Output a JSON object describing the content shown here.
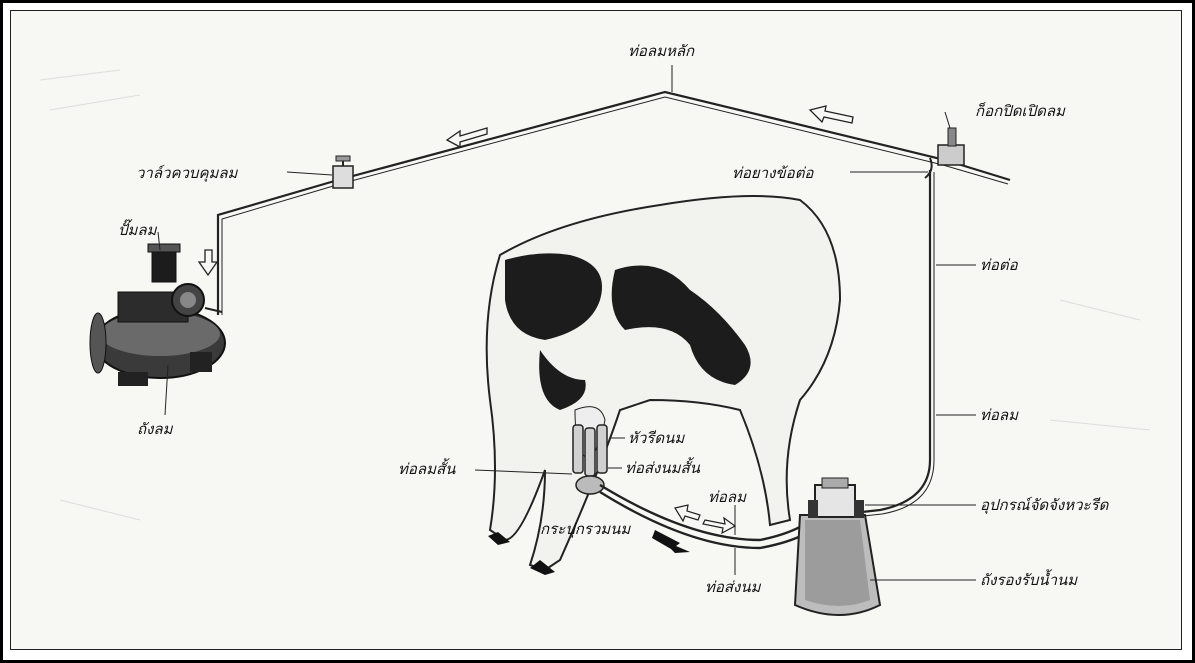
{
  "labels": {
    "main_air_pipe": "ท่อลมหลัก",
    "air_valve": "ก็อกปิดเปิดลม",
    "control_valve": "วาล์วควบคุมลม",
    "rubber_connector": "ท่อยางข้อต่อ",
    "air_pump": "ปั๊มลม",
    "connecting_pipe": "ท่อต่อ",
    "air_tank": "ถังลม",
    "air_hose": "ท่อลม",
    "teat_cup": "หัวรีดนม",
    "short_air_hose": "ท่อลมสั้น",
    "short_milk_hose": "ท่อส่งนมสั้น",
    "air_hose_lower": "ท่อลม",
    "pulsator": "อุปกรณ์จัดจังหวะรีด",
    "claw": "กระปุกรวมนม",
    "milk_hose": "ท่อส่งนม",
    "milk_bucket": "ถังรองรับน้ำนม"
  },
  "colors": {
    "ink": "#111111",
    "paper": "#f7f7f4",
    "cow_patch": "#1c1c1c"
  }
}
